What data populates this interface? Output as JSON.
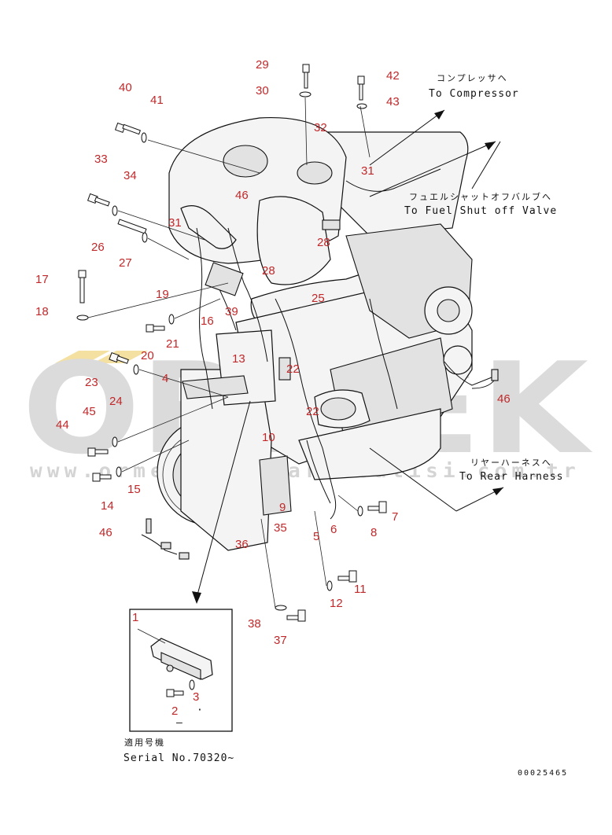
{
  "annotations": {
    "compressor_ja": "コンプレッサヘ",
    "compressor_en": "To Compressor",
    "fuel_ja": "フュエルシャットオフバルブへ",
    "fuel_en": "To Fuel Shut off Valve",
    "rear_ja": "リヤーハーネスへ",
    "rear_en": "To Rear Harness",
    "serial_ja": "適用号機",
    "serial_en": "Serial No.70320~",
    "drawing_code": "00025465",
    "inset_dash": "–"
  },
  "watermark": {
    "brand": "ORMEK",
    "url": "www.ormekyedekparcasatisi.com.tr"
  },
  "callouts": [
    "29",
    "30",
    "42",
    "43",
    "40",
    "41",
    "32",
    "31",
    "33",
    "34",
    "46",
    "28",
    "31",
    "26",
    "27",
    "28",
    "25",
    "17",
    "18",
    "19",
    "16",
    "39",
    "20",
    "21",
    "13",
    "22",
    "23",
    "24",
    "4",
    "45",
    "44",
    "22",
    "10",
    "14",
    "15",
    "46",
    "9",
    "35",
    "36",
    "5",
    "6",
    "8",
    "7",
    "11",
    "12",
    "38",
    "37",
    "1",
    "2",
    "3",
    "46"
  ],
  "colors": {
    "callout": "#c0282a",
    "line": "#111111",
    "watermark": "#d8d8d8",
    "watermark_accent": "#f2d98a"
  }
}
